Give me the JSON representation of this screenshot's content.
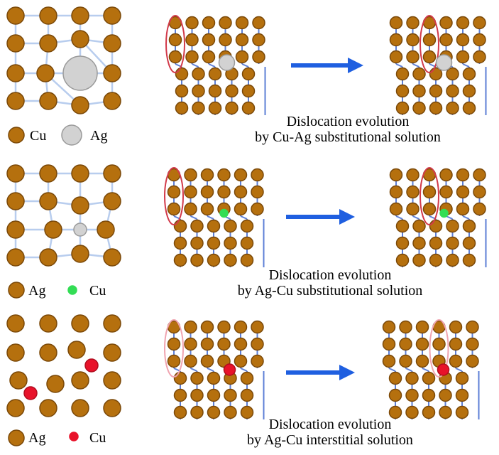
{
  "colors": {
    "cu_atom": "#b5700e",
    "cu_atom_edge": "#7a4808",
    "ag_atom": "#d2d2d2",
    "ag_atom_edge": "#9a9a9a",
    "green_solute": "#33dd55",
    "red_solute": "#e8122a",
    "bond": "#b8cdee",
    "lattice_line": "#5d7fd6",
    "loop": "#d23a4a",
    "loop_light": "#f0a4b0",
    "arrow": "#1f5fe0"
  },
  "rows": [
    {
      "id": "cu-ag",
      "legend": {
        "host_label": "Cu",
        "solute_label": "Ag",
        "host_icon": "cu-atom-icon",
        "solute_icon": "ag-atom-icon"
      },
      "caption": [
        "Dislocation evolution",
        "by Cu-Ag substitutional solution"
      ]
    },
    {
      "id": "ag-cu-sub",
      "legend": {
        "host_label": "Ag",
        "solute_label": "Cu",
        "host_icon": "ag-host-atom-icon",
        "solute_icon": "cu-green-atom-icon"
      },
      "caption": [
        "Dislocation evolution",
        "by Ag-Cu substitutional solution"
      ]
    },
    {
      "id": "ag-cu-int",
      "legend": {
        "host_label": "Ag",
        "solute_label": "Cu",
        "host_icon": "ag-host-atom-icon",
        "solute_icon": "cu-red-atom-icon"
      },
      "caption": [
        "Dislocation evolution",
        "by Ag-Cu interstitial solution"
      ]
    }
  ]
}
